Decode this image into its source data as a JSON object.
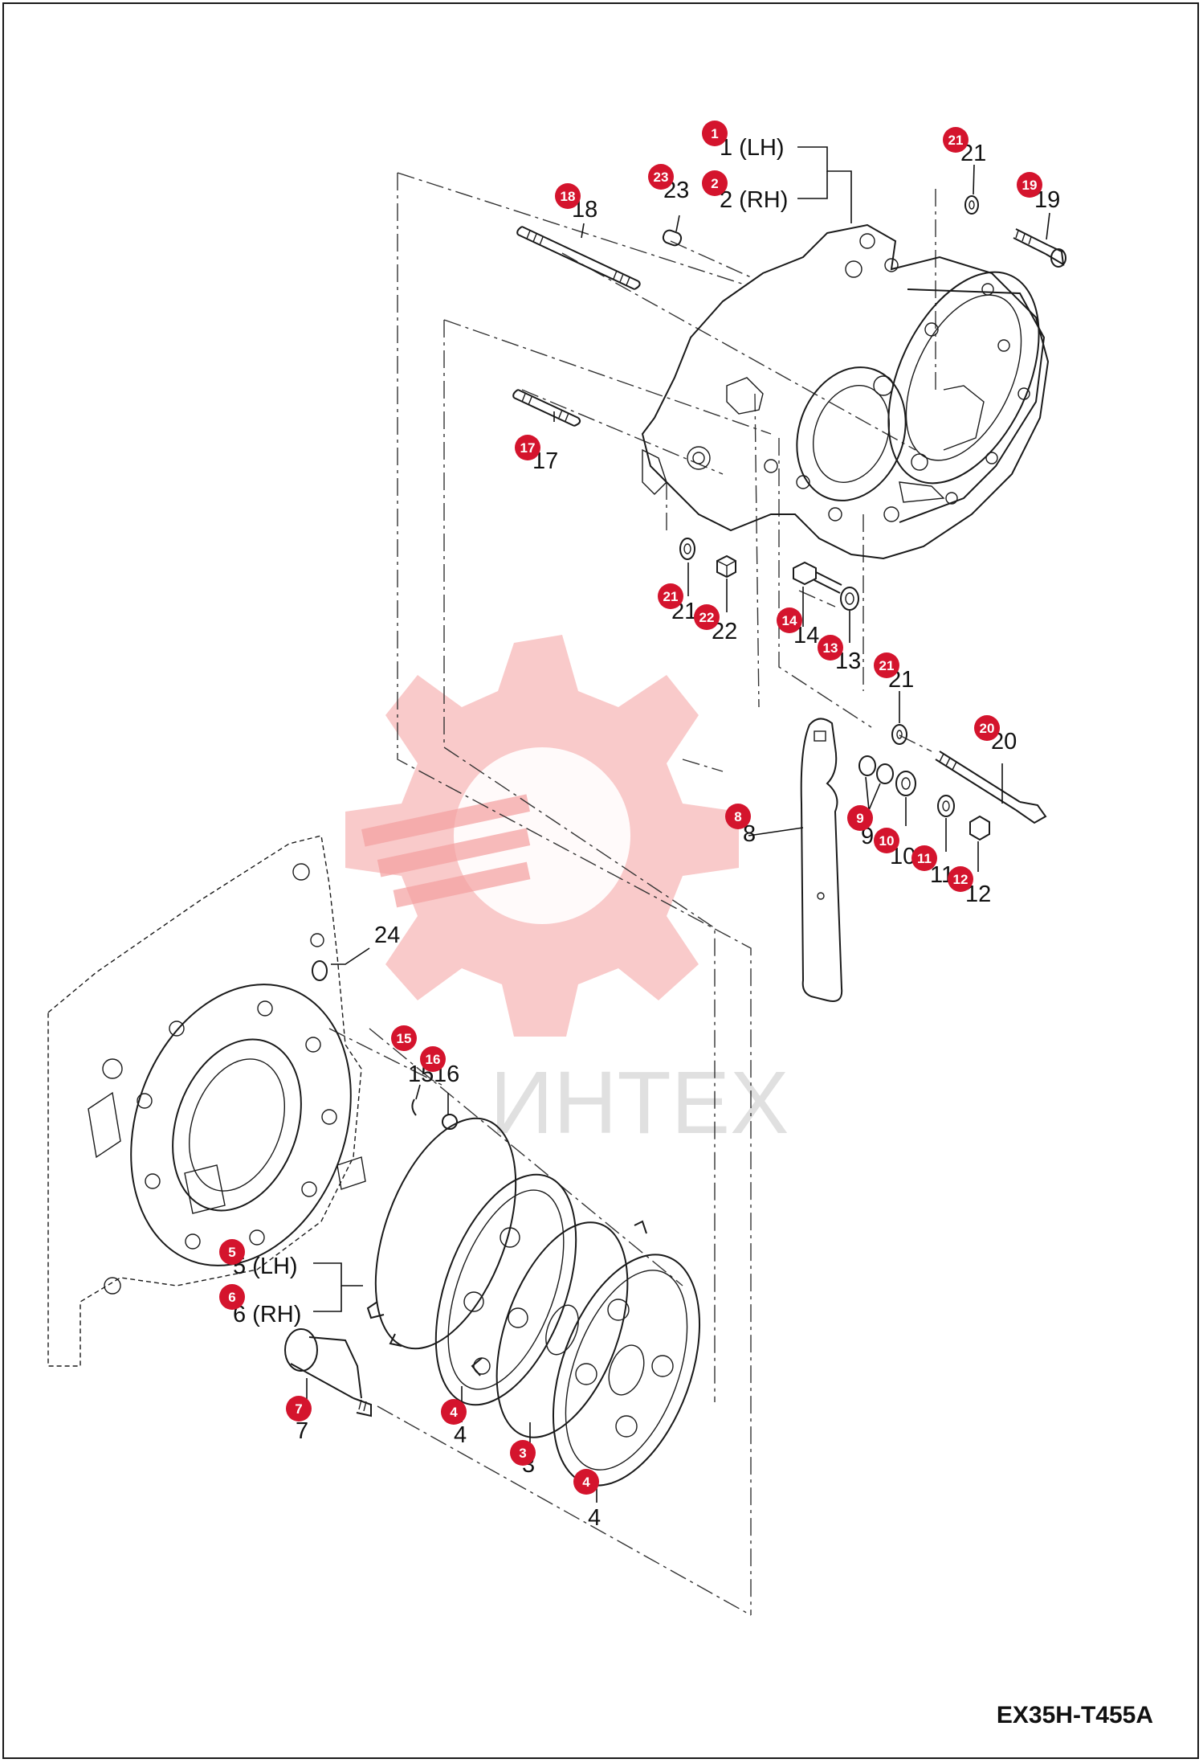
{
  "diagram_code": "EX35H-T455A",
  "watermark_text": "ИНТЕХ",
  "colors": {
    "badge": "#d4142d",
    "watermark": "#f7b8b8",
    "line": "#1a1a1a"
  },
  "labels": [
    {
      "id": "l1",
      "text": "1 (LH)"
    },
    {
      "id": "l2",
      "text": "2 (RH)"
    },
    {
      "id": "l23",
      "text": "23"
    },
    {
      "id": "l18",
      "text": "18"
    },
    {
      "id": "l21a",
      "text": "21"
    },
    {
      "id": "l19",
      "text": "19"
    },
    {
      "id": "l17",
      "text": "17"
    },
    {
      "id": "l21b",
      "text": "21"
    },
    {
      "id": "l22",
      "text": "22"
    },
    {
      "id": "l14",
      "text": "14"
    },
    {
      "id": "l13",
      "text": "13"
    },
    {
      "id": "l21c",
      "text": "21"
    },
    {
      "id": "l20",
      "text": "20"
    },
    {
      "id": "l8",
      "text": "8"
    },
    {
      "id": "l9",
      "text": "9"
    },
    {
      "id": "l10",
      "text": "10"
    },
    {
      "id": "l11",
      "text": "11"
    },
    {
      "id": "l12",
      "text": "12"
    },
    {
      "id": "l24",
      "text": "24"
    },
    {
      "id": "l15",
      "text": "15"
    },
    {
      "id": "l16",
      "text": "16"
    },
    {
      "id": "l5",
      "text": "5 (LH)"
    },
    {
      "id": "l6",
      "text": "6 (RH)"
    },
    {
      "id": "l7",
      "text": "7"
    },
    {
      "id": "l4a",
      "text": "4"
    },
    {
      "id": "l3",
      "text": "3"
    },
    {
      "id": "l4b",
      "text": "4"
    }
  ],
  "badges": [
    {
      "id": "b1",
      "text": "1"
    },
    {
      "id": "b2",
      "text": "2"
    },
    {
      "id": "b23",
      "text": "23"
    },
    {
      "id": "b18",
      "text": "18"
    },
    {
      "id": "b21a",
      "text": "21"
    },
    {
      "id": "b19",
      "text": "19"
    },
    {
      "id": "b17",
      "text": "17"
    },
    {
      "id": "b21b",
      "text": "21"
    },
    {
      "id": "b22",
      "text": "22"
    },
    {
      "id": "b14",
      "text": "14"
    },
    {
      "id": "b13",
      "text": "13"
    },
    {
      "id": "b21c",
      "text": "21"
    },
    {
      "id": "b20",
      "text": "20"
    },
    {
      "id": "b8",
      "text": "8"
    },
    {
      "id": "b9",
      "text": "9"
    },
    {
      "id": "b10",
      "text": "10"
    },
    {
      "id": "b11",
      "text": "11"
    },
    {
      "id": "b12",
      "text": "12"
    },
    {
      "id": "b15",
      "text": "15"
    },
    {
      "id": "b16",
      "text": "16"
    },
    {
      "id": "b5",
      "text": "5"
    },
    {
      "id": "b6",
      "text": "6"
    },
    {
      "id": "b7",
      "text": "7"
    },
    {
      "id": "b4a",
      "text": "4"
    },
    {
      "id": "b3",
      "text": "3"
    },
    {
      "id": "b4b",
      "text": "4"
    }
  ]
}
